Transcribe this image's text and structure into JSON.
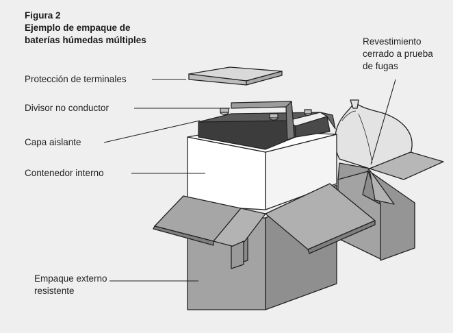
{
  "figure": {
    "number": "Figura 2",
    "title": "Ejemplo de empaque de baterías húmedas múltiples"
  },
  "labels": {
    "terminal_protection": "Protección de terminales",
    "non_conductive_divider": "Divisor no conductor",
    "insulating_layer": "Capa aislante",
    "inner_container": "Contenedor interno",
    "outer_packaging": "Empaque externo resistente",
    "leakproof_liner": "Revestimiento cerrado a prueba de fugas"
  },
  "colors": {
    "background": "#efefef",
    "box": "#a3a3a3",
    "box_dark": "#8c8c8c",
    "inner_container": "#ffffff",
    "battery": "#3c3c3c",
    "liner": "#e3e3e3",
    "lid": "#d9d9d9"
  }
}
